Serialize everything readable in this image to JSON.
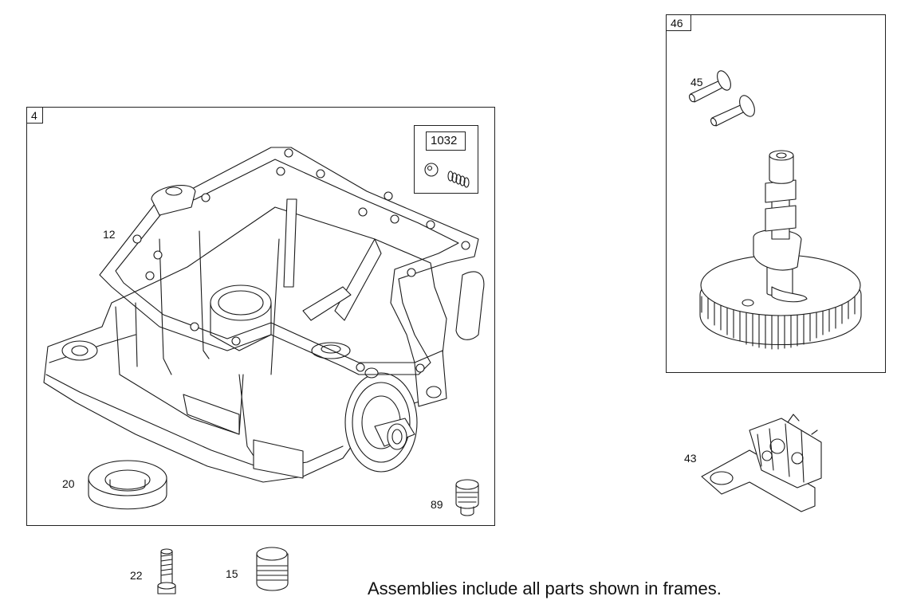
{
  "frames": {
    "main_assembly": {
      "tag": "4"
    },
    "kit": {
      "tag": "1032"
    },
    "cam_assembly": {
      "tag": "46"
    }
  },
  "part_labels": {
    "gasket": "12",
    "seal": "20",
    "plug_in_frame": "89",
    "bolt": "22",
    "plug": "15",
    "valve_lifters": "45",
    "governor": "43"
  },
  "footer": {
    "note": "Assemblies include all parts shown in frames."
  }
}
